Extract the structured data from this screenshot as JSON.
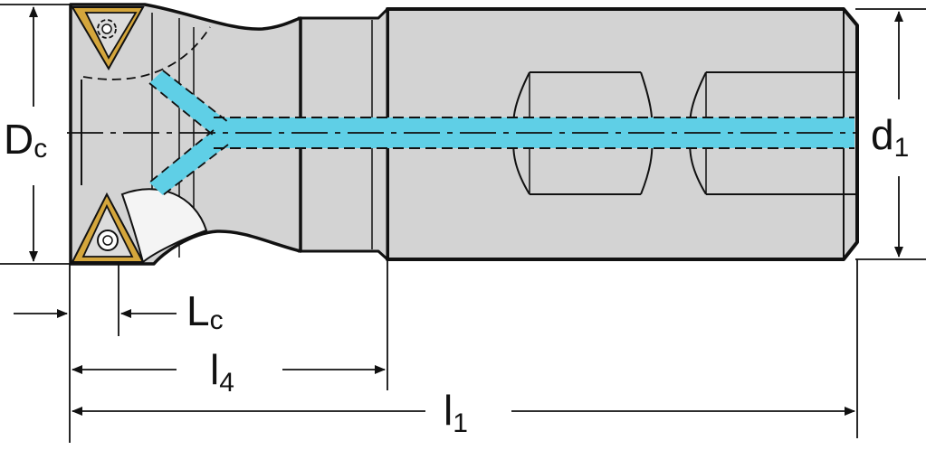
{
  "labels": {
    "cutting_diameter": {
      "main": "D",
      "sub": "c"
    },
    "shank_diameter": {
      "main": "d",
      "sub": "1"
    },
    "cutting_edge_length": {
      "main": "L",
      "sub": "c"
    },
    "head_length": {
      "main": "l",
      "sub": "4"
    },
    "overall_length": {
      "main": "l",
      "sub": "1"
    }
  },
  "colors": {
    "body_fill": "#d3d3d3",
    "outline": "#111111",
    "coolant": "#5fcfe6",
    "insert": "#d4a63c"
  }
}
